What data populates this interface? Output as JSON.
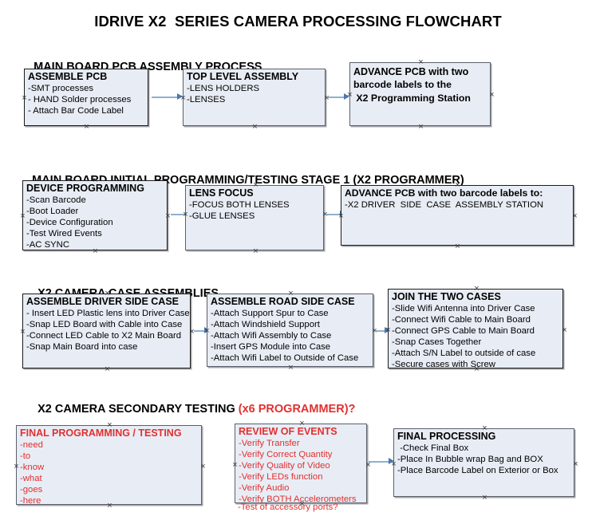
{
  "document": {
    "title": "IDRIVE X2  SERIES CAMERA PROCESSING FLOWCHART"
  },
  "colors": {
    "node_fill": "#e8edf5",
    "node_border": "#1b1b1b",
    "connector": "#8fb0cc",
    "arrowhead": "#4a78b0",
    "accent_red": "#e03030",
    "text": "#000000",
    "background": "#ffffff"
  },
  "sections": [
    {
      "id": "main-board-pcb-assembly-process",
      "heading": "MAIN BOARD PCB ASSEMBLY PROCESS",
      "heading_accent": "",
      "nodes": [
        {
          "id": "assemble-pcb",
          "title": "ASSEMBLE PCB",
          "lines": [
            "-SMT processes",
            "- HAND Solder processes",
            "- Attach Bar Code Label"
          ]
        },
        {
          "id": "top-level-assembly",
          "title": "TOP LEVEL ASSEMBLY",
          "lines": [
            "-LENS HOLDERS",
            "-LENSES"
          ]
        },
        {
          "id": "advance-pcb-to-x2-programming-station",
          "title": "ADVANCE PCB with two",
          "lines": [
            "barcode labels to the",
            " X2 Programming Station"
          ]
        }
      ]
    },
    {
      "id": "main-board-initial-programming-testing-stage-1",
      "heading": "MAIN BOARD INITIAL PROGRAMMING/TESTING STAGE 1 (X2 PROGRAMMER)",
      "heading_accent": "",
      "nodes": [
        {
          "id": "device-programming",
          "title": "DEVICE PROGRAMMING",
          "lines": [
            "-Scan Barcode",
            "-Boot Loader",
            "-Device Configuration",
            "-Test Wired Events",
            "-AC SYNC"
          ]
        },
        {
          "id": "lens-focus",
          "title": "LENS FOCUS",
          "lines": [
            "-FOCUS BOTH LENSES",
            "-GLUE LENSES"
          ]
        },
        {
          "id": "advance-pcb-to-driver-side-case-assembly",
          "title": "ADVANCE PCB with two barcode labels to:",
          "lines": [
            "-X2 DRIVER  SIDE  CASE  ASSEMBLY STATION"
          ]
        }
      ]
    },
    {
      "id": "x2-camera-case-assemblies",
      "heading": "X2 CAMERA CASE ASSEMBLIES",
      "heading_accent": "",
      "nodes": [
        {
          "id": "assemble-driver-side-case",
          "title": "ASSEMBLE DRIVER SIDE CASE",
          "lines": [
            "- Insert LED Plastic lens into Driver Case",
            "-Snap LED Board with Cable into Case",
            "-Connect LED Cable to X2 Main Board",
            "-Snap Main Board into case"
          ]
        },
        {
          "id": "assemble-road-side-case",
          "title": "ASSEMBLE ROAD SIDE CASE",
          "lines": [
            "-Attach Support Spur to Case",
            "-Attach Windshield Support",
            "-Attach Wifi Assembly to Case",
            "-Insert GPS Module into Case",
            "-Attach Wifi Label to Outside of Case"
          ]
        },
        {
          "id": "join-the-two-cases",
          "title": "JOIN THE TWO CASES",
          "lines": [
            "-Slide Wifi Antenna into Driver Case",
            "-Connect Wifi Cable to Main Board",
            "-Connect GPS Cable to Main Board",
            "-Snap Cases Together",
            "-Attach S/N Label to outside of case",
            "-Secure cases with Screw"
          ]
        }
      ]
    },
    {
      "id": "x2-camera-secondary-testing",
      "heading": "X2 CAMERA SECONDARY TESTING ",
      "heading_accent": "(x6 PROGRAMMER)?",
      "nodes": [
        {
          "id": "final-programming-testing",
          "title": "FINAL PROGRAMMING / TESTING",
          "lines": [
            "-need",
            "-to",
            "-know",
            "-what",
            "-goes",
            "-here"
          ]
        },
        {
          "id": "review-of-events",
          "title": "REVIEW OF EVENTS",
          "lines": [
            "-Verify Transfer",
            "-Verify Correct Quantity",
            "-Verify Quality of Video",
            "-Verify LEDs function",
            "-Verify Audio",
            "-Verify BOTH Accelerometers"
          ],
          "overflow_line": "-Test of accessory ports?"
        },
        {
          "id": "final-processing",
          "title": "FINAL PROCESSING",
          "lines": [
            " -Check Final Box",
            "-Place In Bubble wrap Bag and BOX",
            "-Place Barcode Label on Exterior or Box"
          ]
        }
      ]
    }
  ]
}
